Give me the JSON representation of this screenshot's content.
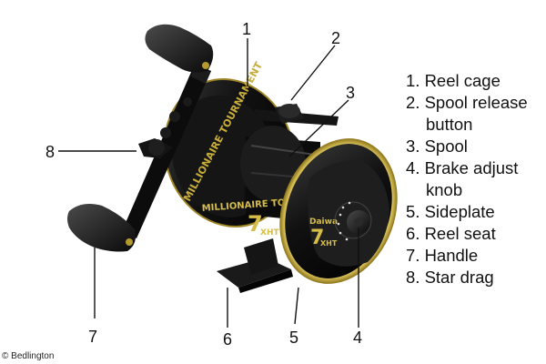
{
  "reel_text": {
    "brand_top": "MILLIONAIRE TOURNAMENT",
    "model": "MILLIONAIRE TOURNAMENT",
    "model_number": "7",
    "model_suffix": "XHT",
    "side_brand": "Daiwa",
    "side_model": "7",
    "side_suffix": "XHT"
  },
  "callouts": [
    {
      "number": "1"
    },
    {
      "number": "2"
    },
    {
      "number": "3"
    },
    {
      "number": "4"
    },
    {
      "number": "5"
    },
    {
      "number": "6"
    },
    {
      "number": "7"
    },
    {
      "number": "8"
    }
  ],
  "legend": {
    "items": [
      "1. Reel cage",
      "2. Spool release",
      "button",
      "3. Spool",
      "4. Brake adjust",
      "knob",
      "5. Sideplate",
      "6. Reel seat",
      "7. Handle",
      "8. Star drag"
    ]
  },
  "credit": "© Bedlington",
  "colors": {
    "body": "#111111",
    "trim_gold": "#b49a2c",
    "label_text": "#111111"
  }
}
